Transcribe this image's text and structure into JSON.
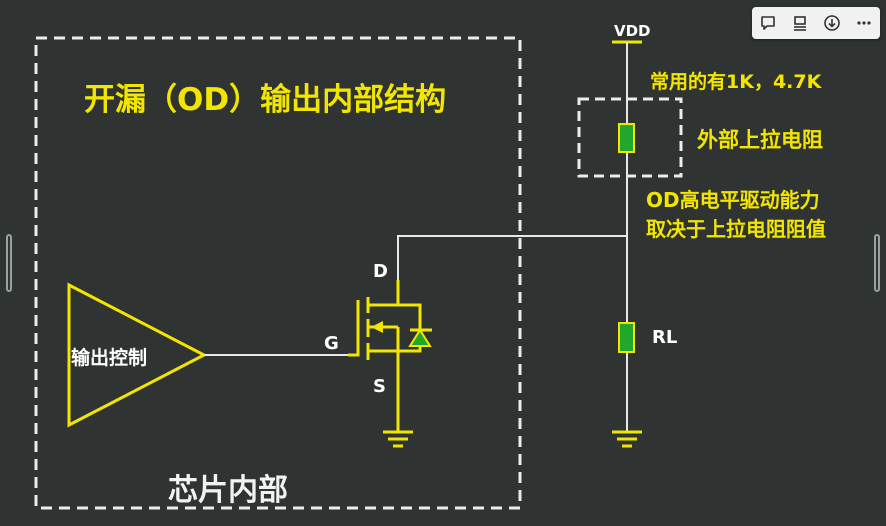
{
  "title": "开漏（OD）输出内部结构",
  "chip_label": "芯片内部",
  "buffer_label": "输出控制",
  "pins": {
    "gate": "G",
    "drain": "D",
    "source": "S"
  },
  "vdd_label": "VDD",
  "note_values": "常用的有1K，4.7K",
  "pullup_label": "外部上拉电阻",
  "od_note_line1": "OD高电平驱动能力",
  "od_note_line2": "取决于上拉电阻阻值",
  "load_label": "RL",
  "colors": {
    "background": "#2f3331",
    "wire": "#e8e8e8",
    "accent_yellow": "#f2e600",
    "resistor_green": "#1fa82b",
    "dash_box": "#ececec"
  },
  "toolbar": {
    "icons": [
      "comment-icon",
      "notes-icon",
      "download-icon",
      "more-icon"
    ]
  }
}
